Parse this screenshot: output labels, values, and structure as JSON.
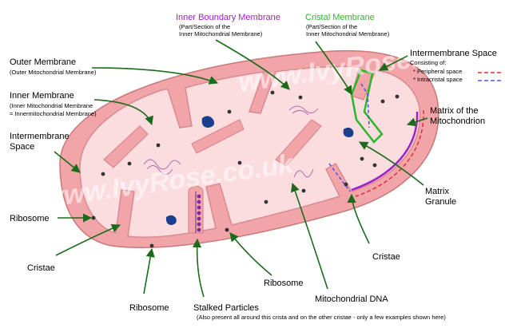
{
  "labels": {
    "inner_boundary": {
      "title": "Inner Boundary Membrane",
      "sub1": "(Part/Section of the",
      "sub2": "Inner Mitochondrial Membrane)"
    },
    "cristal": {
      "title": "Cristal Membrane",
      "sub1": "(Part/Section of the",
      "sub2": "Inner Mitochondrial Membrane)"
    },
    "intermembrane_right": {
      "title": "Intermembrane Space",
      "consisting": "Consisting of:",
      "peripheral": "* Peripheral space",
      "intracristal": "* Intracristal space"
    },
    "outer_membrane": {
      "title": "Outer Membrane",
      "sub": "(Outer Mitochondrial Membrane)"
    },
    "inner_membrane": {
      "title": "Inner Membrane",
      "sub1": "(Inner Mitochondrial Membrane",
      "sub2": "= Innermitochondrial Membrane)"
    },
    "intermembrane_left": {
      "line1": "Intermembrane",
      "line2": "Space"
    },
    "matrix": {
      "line1": "Matrix of the",
      "line2": "Mitochondrion"
    },
    "matrix_granule": {
      "line1": "Matrix",
      "line2": "Granule"
    },
    "ribosome_left": "Ribosome",
    "cristae_left": "Cristae",
    "ribosome_bottom": "Ribosome",
    "ribosome_mid": "Ribosome",
    "stalked": {
      "title": "Stalked Particles",
      "note": "(Also present all around this crista and on the other cristae - only a few examples shown here)"
    },
    "mito_dna": "Mitochondrial DNA",
    "cristae_right": "Cristae"
  },
  "watermarks": [
    "www.IvyRose.co.uk",
    "www.IvyRose.co.uk"
  ],
  "colors": {
    "outer_fill": "#f2a5a8",
    "outer_stroke": "#c8787a",
    "matrix_fill": "#fbdde0",
    "inner_boundary": "#a020c8",
    "cristal": "#2ab82a",
    "peripheral": "#e03030",
    "intracristal": "#5050e0",
    "granule": "#1a3f8f",
    "arrow": "#1a6b1a",
    "dna": "#b06ab0"
  }
}
